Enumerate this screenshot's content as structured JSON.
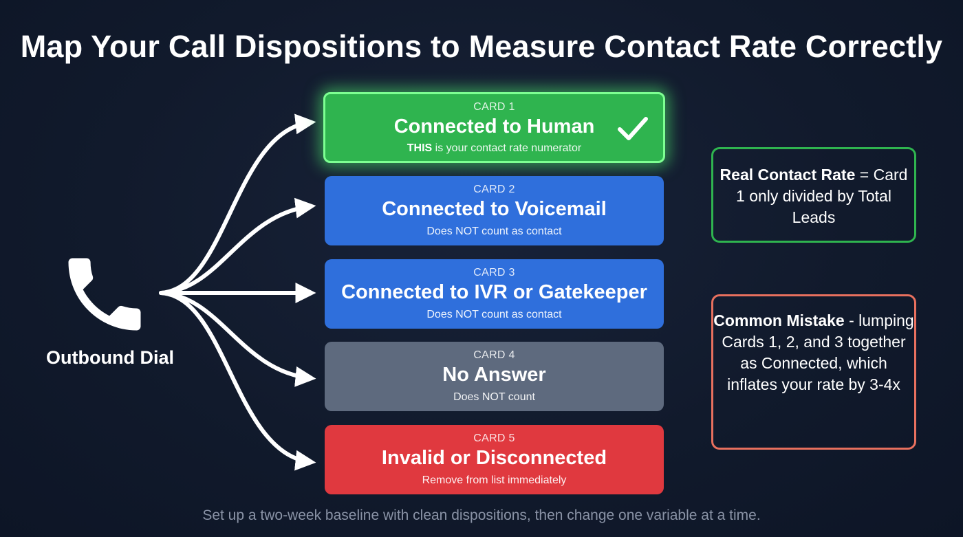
{
  "title": "Map Your Call Dispositions to Measure Contact Rate Correctly",
  "source": {
    "label": "Outbound Dial",
    "icon": "phone-icon"
  },
  "cards": [
    {
      "number": "CARD 1",
      "name": "Connected to Human",
      "note_bold": "THIS",
      "note": " is your contact rate numerator",
      "icon": "checkmark-icon",
      "color": "#2fb44f"
    },
    {
      "number": "CARD 2",
      "name": "Connected to Voicemail",
      "note": "Does NOT count as contact",
      "color": "#2f6fdc"
    },
    {
      "number": "CARD 3",
      "name": "Connected to IVR or Gatekeeper",
      "note": "Does NOT count as contact",
      "color": "#2f6fdc"
    },
    {
      "number": "CARD 4",
      "name": "No Answer",
      "note": "Does NOT count",
      "color": "#5e6a7e"
    },
    {
      "number": "CARD 5",
      "name": "Invalid or Disconnected",
      "note": "Remove from list immediately",
      "color": "#e0393f"
    }
  ],
  "info_boxes": {
    "real_rate": {
      "lead": "Real Contact Rate",
      "rest": " = Card 1 only divided by Total Leads",
      "border_color": "#2fb44f"
    },
    "mistake": {
      "lead": "Common Mistake",
      "rest": " - lumping Cards 1, 2, and 3 together as Connected, which inflates your rate by 3-4x",
      "border_color": "#e8705e"
    }
  },
  "footer": "Set up a two-week baseline with clean dispositions, then change one variable at a time."
}
